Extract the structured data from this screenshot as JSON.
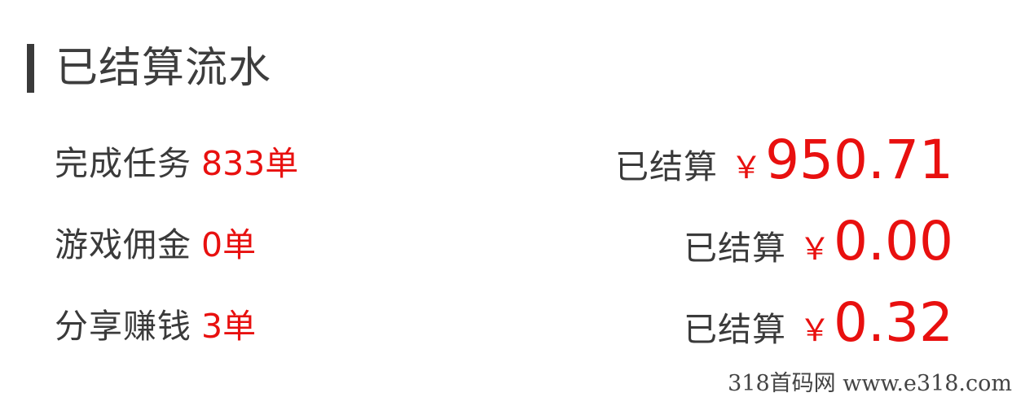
{
  "section": {
    "title": "已结算流水"
  },
  "rows": [
    {
      "label": "完成任务",
      "count": "833单",
      "settled_label": "已结算",
      "currency": "￥",
      "amount": "950.71"
    },
    {
      "label": "游戏佣金",
      "count": "0单",
      "settled_label": "已结算",
      "currency": "￥",
      "amount": "0.00"
    },
    {
      "label": "分享赚钱",
      "count": "3单",
      "settled_label": "已结算",
      "currency": "￥",
      "amount": "0.32"
    }
  ],
  "watermark": "318首码网 www.e318.com",
  "colors": {
    "accent": "#e8100f",
    "text": "#3a3a3a",
    "header_bar": "#3a3a3a"
  }
}
